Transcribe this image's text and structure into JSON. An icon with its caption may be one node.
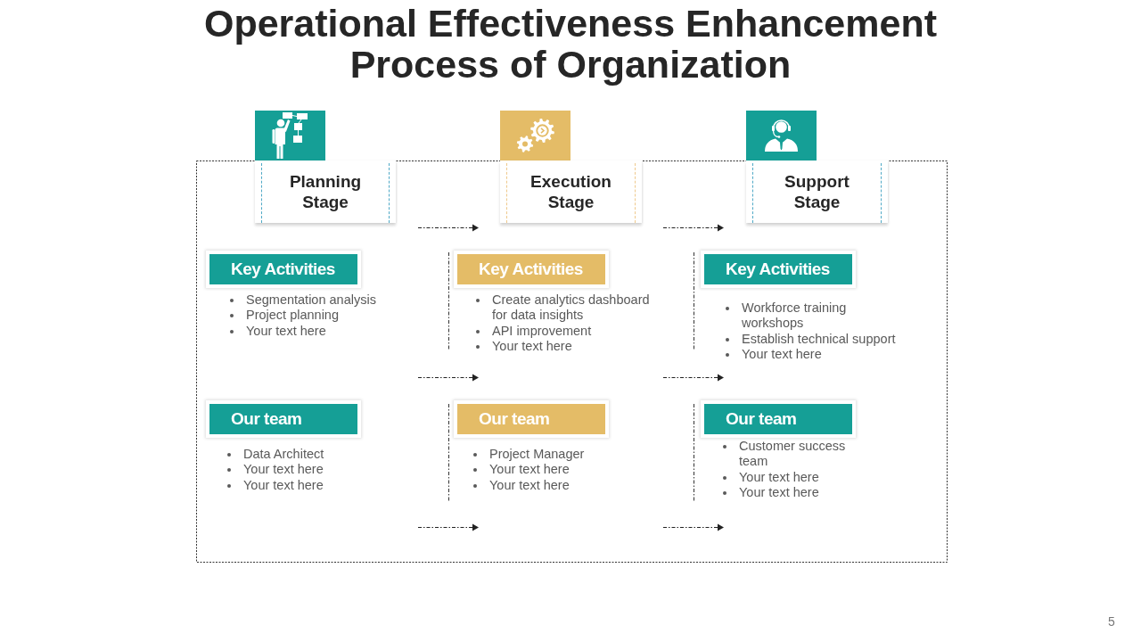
{
  "diagram": {
    "title": "Operational Effectiveness Enhancement Process of Organization",
    "nodes": [
      {
        "text": [
          "Planning Stage"
        ]
      },
      {
        "text": [
          "Execution Stage"
        ]
      },
      {
        "text": [
          "Support Stage"
        ]
      },
      {
        "text": [
          "Key Activities"
        ],
        "beside": [
          "Segmentation analysis",
          "Project planning",
          "Your text here"
        ]
      },
      {
        "text": [
          "Key Activities"
        ],
        "beside": [
          "Create analytics dashboard for data insights",
          "API improvement",
          "Your text here"
        ]
      },
      {
        "text": [
          "Key Activities"
        ],
        "beside": [
          "Workforce training workshops",
          "Establish technical support",
          "Your text here"
        ]
      },
      {
        "text": [
          "Our team"
        ],
        "beside": [
          "Data Architect",
          "Your text here",
          "Your text here"
        ]
      },
      {
        "text": [
          "Our team"
        ],
        "beside": [
          "Project Manager",
          "Your text here",
          "Your text here"
        ]
      },
      {
        "text": [
          "Our team"
        ],
        "beside": [
          "Customer success team",
          "Your text here",
          "Your text here"
        ]
      }
    ],
    "labels": [
      "5"
    ]
  }
}
